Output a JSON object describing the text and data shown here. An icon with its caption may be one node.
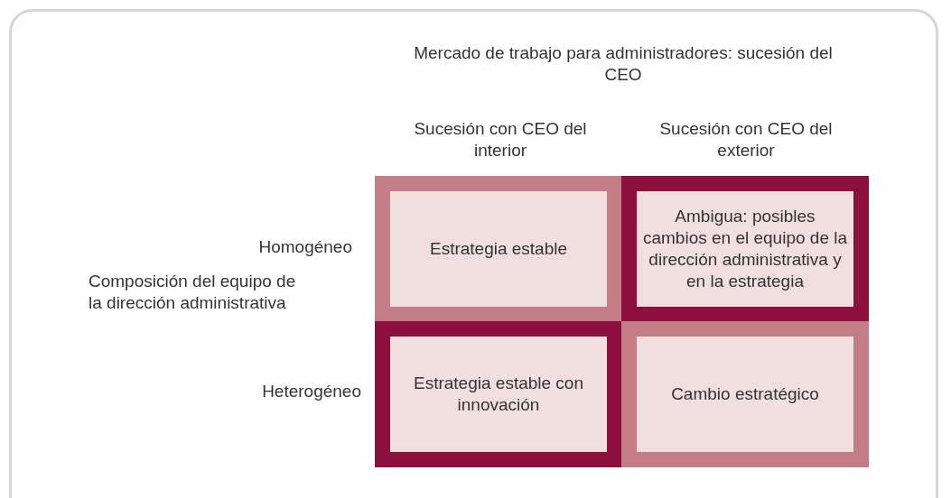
{
  "diagram": {
    "nodes": [
      {
        "text": [
          "Estrategia estable"
        ]
      },
      {
        "text": [
          "Ambigua: posibles cambios en el equipo de la dirección administrativa y en la estrategia"
        ]
      },
      {
        "text": [
          "Estrategia estable con innovación"
        ]
      },
      {
        "text": [
          "Cambio estratégico"
        ]
      }
    ],
    "edges": [],
    "labels": [
      "Mercado de trabajo para administradores: sucesión del CEO",
      "Sucesión con CEO del interior",
      "Sucesión con CEO del exterior",
      "Homogéneo",
      "Composición del equipo de la dirección administrativa",
      "Heterogéneo"
    ]
  }
}
